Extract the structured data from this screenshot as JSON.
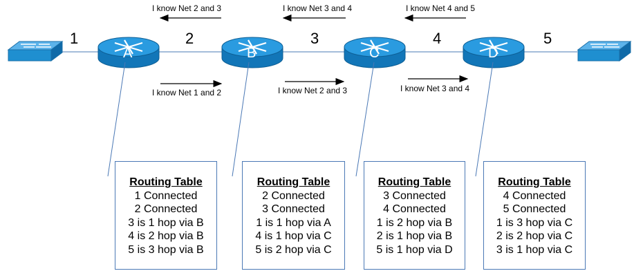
{
  "networks": [
    "1",
    "2",
    "3",
    "4",
    "5"
  ],
  "routers": [
    "A",
    "B",
    "C",
    "D"
  ],
  "advertisements_left": [
    "I know Net 2 and 3",
    "I know Net 3 and 4",
    "I know Net 4 and 5"
  ],
  "advertisements_right": [
    "I know Net 1 and 2",
    "I know Net 2 and 3",
    "I know Net 3 and 4"
  ],
  "routing_tables": [
    {
      "title": "Routing Table",
      "entries": [
        "1 Connected",
        "2 Connected",
        "3 is 1 hop via B",
        "4 is 2 hop via B",
        "5 is 3 hop via B"
      ]
    },
    {
      "title": "Routing Table",
      "entries": [
        "2 Connected",
        "3 Connected",
        "1 is 1 hop via A",
        "4 is 1 hop via C",
        "5 is 2 hop via C"
      ]
    },
    {
      "title": "Routing Table",
      "entries": [
        "3 Connected",
        "4 Connected",
        "1 is 2 hop via B",
        "2 is 1 hop via B",
        "5 is 1 hop via D"
      ]
    },
    {
      "title": "Routing Table",
      "entries": [
        "4 Connected",
        "5 Connected",
        "1 is 3 hop via C",
        "2 is 2 hop via C",
        "3 is 1 hop via C"
      ]
    }
  ],
  "colors": {
    "device_fill": "#1f8fd0",
    "device_top": "#35a9e8",
    "device_dark": "#0f6aa8",
    "link": "#4a78b5"
  }
}
